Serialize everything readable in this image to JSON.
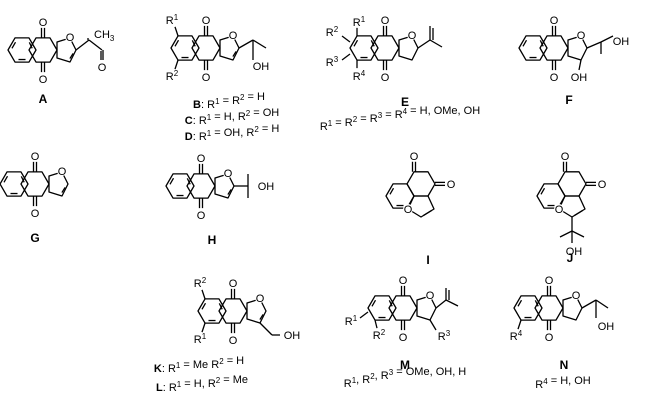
{
  "colors": {
    "benzene_ring": "#33ee44",
    "quinone_ring": "#33ee44",
    "furan_ring": "#44ccee",
    "dihydrofuran_ring": "#f2a8a8",
    "furan_ring_ortho": "#f6f000"
  },
  "atoms": {
    "oxygen": "O",
    "methyl": "CH3",
    "hydroxyl": "OH",
    "r1": "R1",
    "r2": "R2",
    "r3": "R3",
    "r4": "R4"
  },
  "compounds": [
    {
      "id": "A",
      "ring_type": "furan",
      "substituent": "acetyl"
    },
    {
      "id": "B",
      "ring_type": "furan",
      "substituent": "1-hydroxyethyl"
    },
    {
      "id": "E",
      "ring_type": "dihydrofuran",
      "substituent": "isopropenyl"
    },
    {
      "id": "F",
      "ring_type": "dihydrofuran",
      "substituent": "2-hydroxyisopropyl"
    },
    {
      "id": "G",
      "ring_type": "furan",
      "substituent": "none"
    },
    {
      "id": "H",
      "ring_type": "furan",
      "substituent": "2-hydroxyisopropyl"
    },
    {
      "id": "I",
      "ring_type": "furan-ortho",
      "substituent": "none"
    },
    {
      "id": "J",
      "ring_type": "furan-ortho",
      "substituent": "2-hydroxyisopropyl"
    },
    {
      "id": "K",
      "ring_type": "furan",
      "substituent": "hydroxymethyl"
    },
    {
      "id": "M",
      "ring_type": "dihydrofuran",
      "substituent": "isopropenyl"
    },
    {
      "id": "N",
      "ring_type": "dihydrofuran",
      "substituent": "1-hydroxyethyl"
    }
  ],
  "captions": {
    "A": "A",
    "B": "B: R1 = R2 = H",
    "C": "C: R1 = H,  R2 = OH",
    "D": "D: R1 = OH, R2 = H",
    "E": "E",
    "E_note": "R1 = R2 = R3 = R4 = H, OMe, OH",
    "F": "F",
    "G": "G",
    "H": "H",
    "I": "I",
    "J": "J",
    "K": "K: R1 = Me R2 = H",
    "L": "L: R1 = H,  R2 = Me",
    "M": "M",
    "M_note": "R1, R2, R3 = OMe, OH, H",
    "N": "N",
    "N_note": "R4 = H, OH"
  }
}
